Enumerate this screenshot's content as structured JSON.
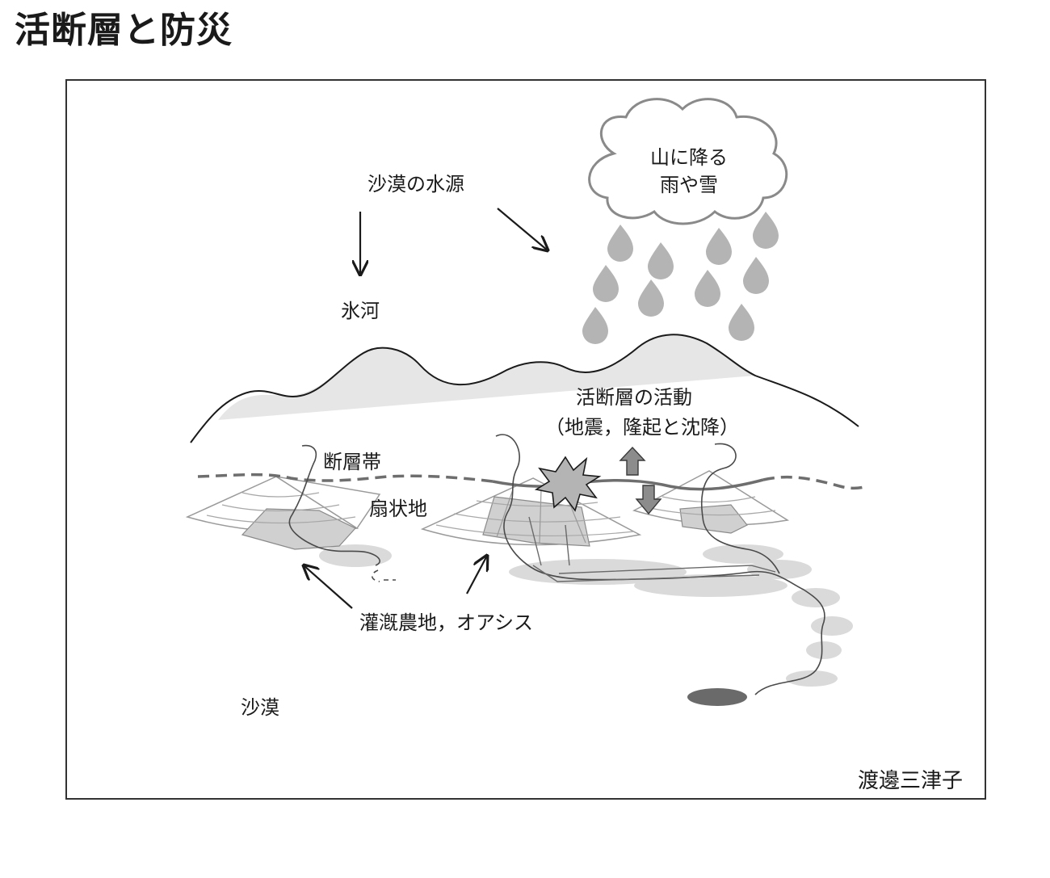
{
  "title": "活断層と防災",
  "labels": {
    "water_source": "沙漠の水源",
    "rain_line1": "山に降る",
    "rain_line2": "雨や雪",
    "glacier": "氷河",
    "fault_activity_line1": "活断層の活動",
    "fault_activity_line2": "（地震，隆起と沈降）",
    "fault_zone": "断層帯",
    "alluvial_fan": "扇状地",
    "irrigated_farmland": "灌漑農地，オアシス",
    "desert": "沙漠"
  },
  "author": "渡邊三津子",
  "colors": {
    "line": "#1a1a1a",
    "fan_fill": "#d0d0d0",
    "fan_light": "#ececec",
    "raindrop": "#b4b4b4",
    "fault_line": "#6e6e6e",
    "arrow_fill": "#8c8c8c",
    "lake": "#6a6a6a",
    "mountain_fill": "#e6e6e6",
    "shadow": "#dadada"
  }
}
